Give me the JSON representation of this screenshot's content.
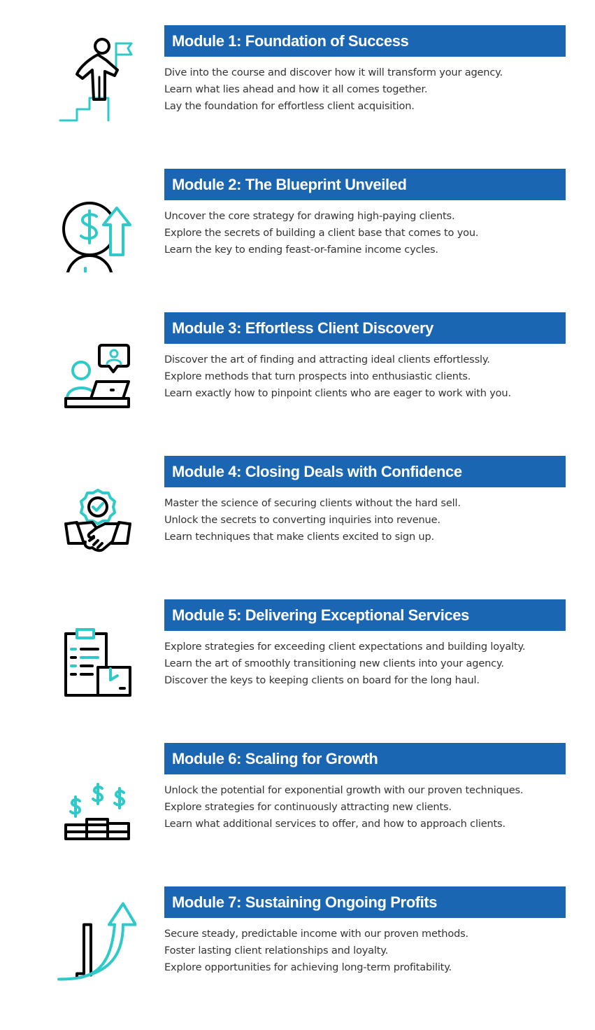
{
  "colors": {
    "header_bg": "#1b66b3",
    "header_text": "#ffffff",
    "body_text": "#333333",
    "icon_accent": "#2fc9c9",
    "icon_stroke": "#000000"
  },
  "modules": [
    {
      "icon": "person-climbing-stairs-with-flag-icon",
      "title": "Module 1: Foundation of Success",
      "lines": [
        "Dive into the course and discover how it will transform your agency.",
        "Learn what lies ahead and how it all comes together.",
        "Lay the foundation for effortless client acquisition."
      ]
    },
    {
      "icon": "dollar-coins-arrow-up-icon",
      "title": "Module 2: The Blueprint Unveiled",
      "lines": [
        "Uncover the core strategy for drawing high-paying clients.",
        "Explore the secrets of building a client base that comes to you.",
        "Learn the key to ending feast-or-famine income cycles."
      ]
    },
    {
      "icon": "person-laptop-chat-icon",
      "title": "Module 3: Effortless Client Discovery",
      "lines": [
        "Discover the art of finding and attracting ideal clients effortlessly.",
        "Explore methods that turn prospects into enthusiastic clients.",
        "Learn exactly how to pinpoint clients who are eager to work with you."
      ]
    },
    {
      "icon": "handshake-badge-check-icon",
      "title": "Module 4: Closing Deals with Confidence",
      "lines": [
        "Master the science of securing clients without the hard sell.",
        "Unlock the secrets to converting inquiries into revenue.",
        "Learn techniques that make clients excited to sign up."
      ]
    },
    {
      "icon": "clipboard-package-icon",
      "title": "Module 5: Delivering Exceptional Services",
      "lines": [
        "Explore strategies for exceeding client expectations and building loyalty.",
        "Learn the art of smoothly transitioning new clients into your agency.",
        "Discover the keys to keeping clients on board for the long haul."
      ]
    },
    {
      "icon": "dollar-stacks-icon",
      "title": "Module 6: Scaling for Growth",
      "lines": [
        "Unlock the potential for exponential growth with our proven techniques.",
        "Explore strategies for continuously attracting new clients.",
        "Learn what additional services to offer, and how to approach clients."
      ]
    },
    {
      "icon": "growth-arrow-chart-icon",
      "title": "Module 7: Sustaining Ongoing Profits",
      "lines": [
        "Secure steady, predictable income with our proven methods.",
        "Foster lasting client relationships and loyalty.",
        "Explore opportunities for achieving long-term profitability."
      ]
    }
  ]
}
